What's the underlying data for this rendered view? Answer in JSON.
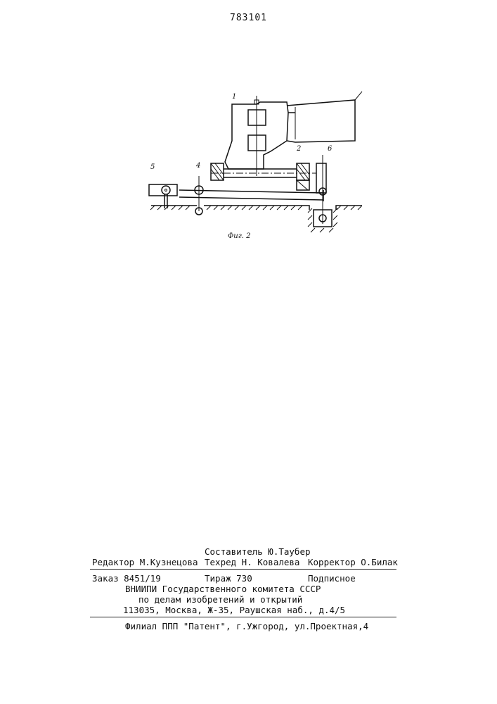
{
  "header": {
    "patent_number": "783101"
  },
  "figure": {
    "caption": "Фиг. 2",
    "labels": [
      "1",
      "2",
      "4",
      "5",
      "6"
    ]
  },
  "colophon": {
    "compiler": "Составитель Ю.Таубер",
    "editor": "Редактор М.Кузнецова",
    "techred": "Техред Н. Ковалева",
    "corrector": "Корректор О.Билак",
    "order": "Заказ 8451/19",
    "circulation": "Тираж 730",
    "subscription": "Подписное",
    "org_line1": "ВНИИПИ Государственного комитета СССР",
    "org_line2": "по делам изобретений и открытий",
    "address": "113035, Москва, Ж-35, Раушская наб., д.4/5",
    "branch": "Филиал ППП \"Патент\", г.Ужгород, ул.Проектная,4"
  }
}
